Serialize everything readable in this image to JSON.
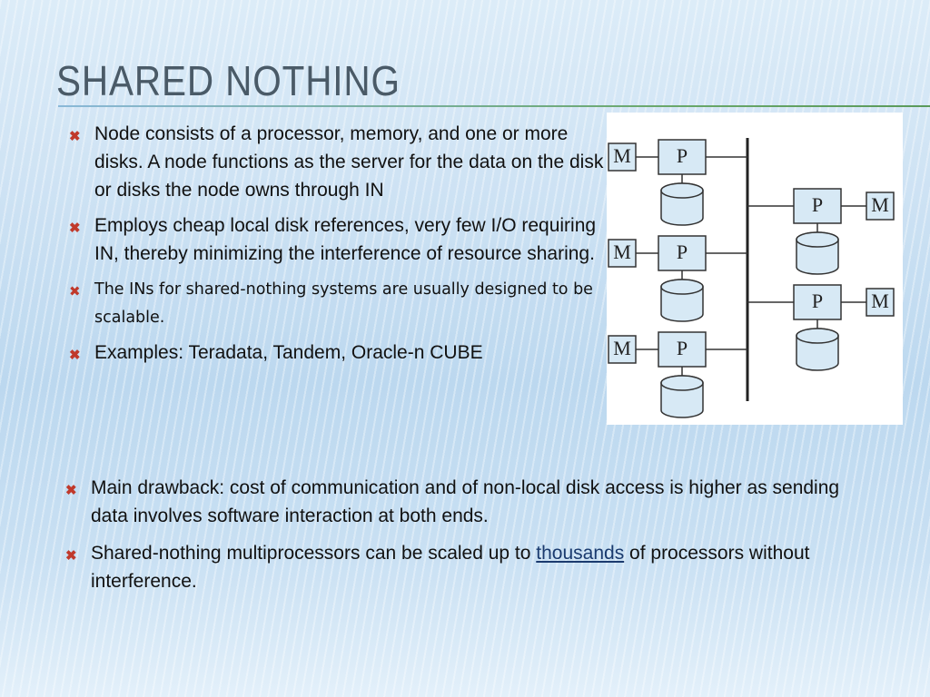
{
  "slide": {
    "title": "SHARED NOTHING"
  },
  "top_bullets": [
    {
      "text": "Node consists of a processor, memory, and one or more disks. A node functions as the server for the data on the disk or disks the node owns through IN"
    },
    {
      "text": "Employs cheap local disk references, very few I/O requiring IN, thereby minimizing the interference of resource sharing."
    },
    {
      "text": "The INs for shared-nothing systems are usually designed to be scalable."
    },
    {
      "text": "Examples: Teradata, Tandem, Oracle-n CUBE"
    }
  ],
  "bottom_bullets": [
    {
      "text": "Main drawback: cost of communication and of non-local disk access is higher as sending data involves software interaction at both ends."
    },
    {
      "before": "Shared-nothing multiprocessors can be scaled up to ",
      "highlight": "thousands",
      "after": " of processors without interference."
    }
  ],
  "diagram": {
    "processor_label": "P",
    "memory_label": "M"
  },
  "colors": {
    "bullet_mark": "#c0392b",
    "title": "#4a5a67",
    "box_fill": "#d7e9f5"
  },
  "icons": {
    "bullet": "cross-mark-icon"
  }
}
